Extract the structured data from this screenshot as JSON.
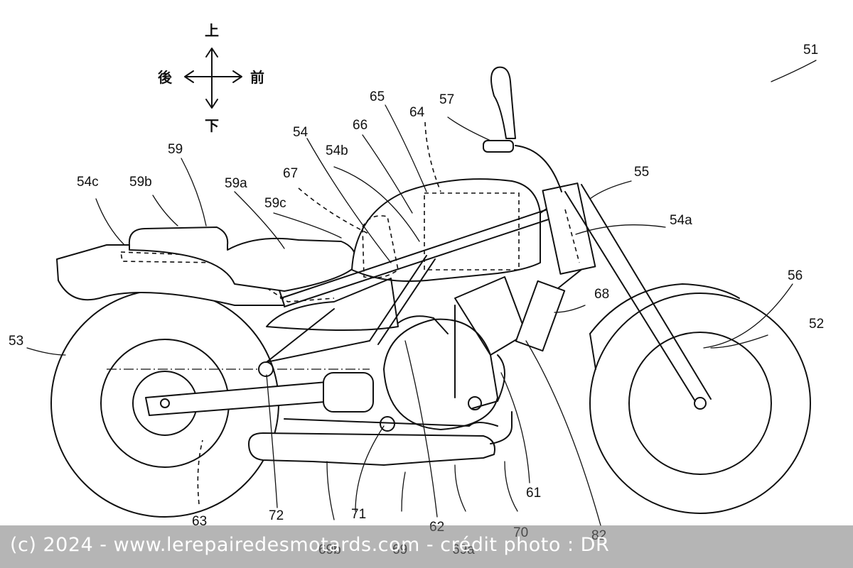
{
  "direction_labels": {
    "up": "上",
    "down": "下",
    "rear": "後",
    "front": "前"
  },
  "labels": {
    "l51": "51",
    "l52": "52",
    "l53": "53",
    "l54": "54",
    "l54a": "54a",
    "l54b": "54b",
    "l54c": "54c",
    "l55": "55",
    "l56": "56",
    "l57": "57",
    "l59": "59",
    "l59a": "59a",
    "l59b": "59b",
    "l59c": "59c",
    "l61": "61",
    "l62": "62",
    "l63": "63",
    "l64": "64",
    "l65": "65",
    "l66": "66",
    "l67": "67",
    "l68": "68",
    "l69": "69",
    "l69a": "69a",
    "l69b": "69b",
    "l70": "70",
    "l71": "71",
    "l72": "72",
    "l82": "82"
  },
  "watermark": "(c) 2024 - www.lerepairedesmotards.com - crédit photo : DR"
}
